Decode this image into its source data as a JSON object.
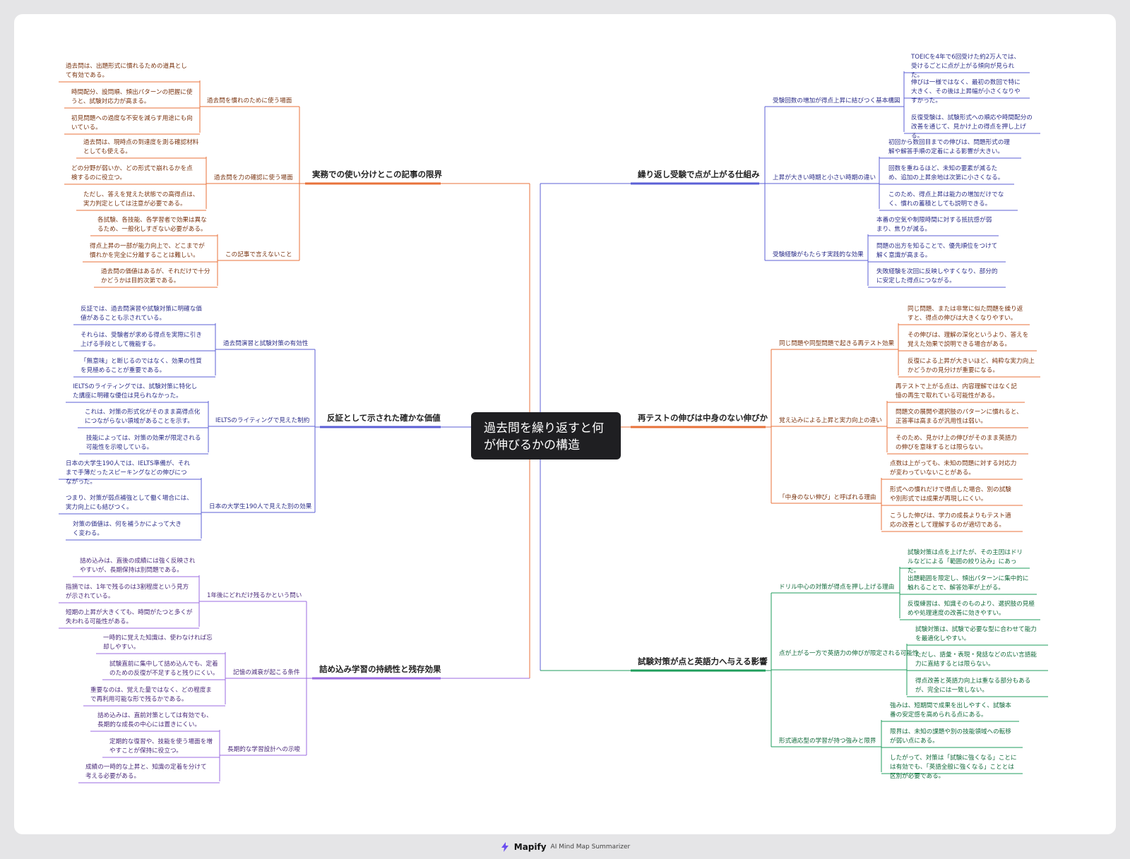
{
  "colors": {
    "orange": "#e8723a",
    "orange_text": "#7a3410",
    "blue": "#5b5fd6",
    "blue_text": "#2d2f8a",
    "purple": "#9b6be0",
    "purple_text": "#4a2a7a",
    "green": "#1f9e5c",
    "green_text": "#136b3c",
    "root_bg": "#1f1f22"
  },
  "root": {
    "title": "過去問を繰り返すと何が伸びるかの構造"
  },
  "branches": [
    {
      "label": "実務での使い分けとこの記事の限界",
      "color": "orange",
      "subs": [
        {
          "label": "過去問を慣れのために使う場面",
          "leaves": [
            "過去問は、出題形式に慣れるための道具として有効である。",
            "時間配分、設問順、頻出パターンの把握に使うと、試験対応力が高まる。",
            "初見問題への過度な不安を減らす用途にも向いている。"
          ]
        },
        {
          "label": "過去問を力の確認に使う場面",
          "leaves": [
            "過去問は、現時点の到達度を測る確認材料としても使える。",
            "どの分野が弱いか、どの形式で崩れるかを点検するのに役立つ。",
            "ただし、答えを覚えた状態での高得点は、実力判定としては注意が必要である。"
          ]
        },
        {
          "label": "この記事で言えないこと",
          "leaves": [
            "各試験、各技能、各学習者で効果は異なるため、一般化しすぎない必要がある。",
            "得点上昇の一部が能力向上で、どこまでが慣れかを完全に分離することは難しい。",
            "過去問の価値はあるが、それだけで十分かどうかは目的次第である。"
          ]
        }
      ]
    },
    {
      "label": "反証として示された確かな価値",
      "color": "blue",
      "subs": [
        {
          "label": "過去問演習と試験対策の有効性",
          "leaves": [
            "反証では、過去問演習や試験対策に明確な価値があることも示されている。",
            "それらは、受験者が求める得点を実際に引き上げる手段として機能する。",
            "「無意味」と断じるのではなく、効果の性質を見極めることが重要である。"
          ]
        },
        {
          "label": "IELTSのライティングで見えた制約",
          "leaves": [
            "IELTSのライティングでは、試験対策に特化した講座に明確な優位は見られなかった。",
            "これは、対策の形式化がそのまま高得点化につながらない領域があることを示す。",
            "技能によっては、対策の効果が限定される可能性を示唆している。"
          ]
        },
        {
          "label": "日本の大学生190人で見えた別の効果",
          "leaves": [
            "日本の大学生190人では、IELTS準備が、それまで手薄だったスピーキングなどの伸びにつながった。",
            "つまり、対策が弱点補強として働く場合には、実力向上にも結びつく。",
            "対策の価値は、何を補うかによって大きく変わる。"
          ]
        }
      ]
    },
    {
      "label": "詰め込み学習の持続性と残存効果",
      "color": "purple",
      "subs": [
        {
          "label": "1年後にどれだけ残るかという問い",
          "leaves": [
            "詰め込みは、直後の成績には強く反映されやすいが、長期保持は別問題である。",
            "指摘では、1年で残るのは3割程度という見方が示されている。",
            "短期の上昇が大きくても、時間がたつと多くが失われる可能性がある。"
          ]
        },
        {
          "label": "記憶の減衰が起こる条件",
          "leaves": [
            "一時的に覚えた知識は、使わなければ忘却しやすい。",
            "試験直前に集中して詰め込んでも、定着のための反復が不足すると残りにくい。",
            "重要なのは、覚えた量ではなく、どの程度まで再利用可能な形で残るかである。"
          ]
        },
        {
          "label": "長期的な学習設計への示唆",
          "leaves": [
            "詰め込みは、直前対策としては有効でも、長期的な成長の中心には置きにくい。",
            "定期的な復習や、技能を使う場面を増やすことが保持に役立つ。",
            "成績の一時的な上昇と、知識の定着を分けて考える必要がある。"
          ]
        }
      ]
    },
    {
      "label": "繰り返し受験で点が上がる仕組み",
      "color": "blue",
      "subs": [
        {
          "label": "受験回数の増加が得点上昇に結びつく基本構図",
          "leaves": [
            "TOEICを4年で6回受けた約2万人では、受けるごとに点が上がる傾向が見られた。",
            "伸びは一様ではなく、最初の数回で特に大きく、その後は上昇幅が小さくなりやすかった。",
            "反復受験は、試験形式への順応や時間配分の改善を通じて、見かけ上の得点を押し上げる。"
          ]
        },
        {
          "label": "上昇が大きい時期と小さい時期の違い",
          "leaves": [
            "初回から数回目までの伸びは、問題形式の理解や解答手順の定着による影響が大きい。",
            "回数を重ねるほど、未知の要素が減るため、追加の上昇余地は次第に小さくなる。",
            "このため、得点上昇は能力の増加だけでなく、慣れの蓄積としても説明できる。"
          ]
        },
        {
          "label": "受験経験がもたらす実践的な効果",
          "leaves": [
            "本番の空気や制限時間に対する抵抗感が弱まり、焦りが減る。",
            "問題の出方を知ることで、優先順位をつけて解く意識が高まる。",
            "失敗経験を次回に反映しやすくなり、部分的に安定した得点につながる。"
          ]
        }
      ]
    },
    {
      "label": "再テストの伸びは中身のない伸びか",
      "color": "orange",
      "subs": [
        {
          "label": "同じ問題や同型問題で起きる再テスト効果",
          "leaves": [
            "同じ問題、または非常に似た問題を繰り返すと、得点の伸びは大きくなりやすい。",
            "その伸びは、理解の深化というより、答えを覚えた効果で説明できる場合がある。",
            "反復による上昇が大きいほど、純粋な実力向上かどうかの見分けが重要になる。"
          ]
        },
        {
          "label": "覚え込みによる上昇と実力向上の違い",
          "leaves": [
            "再テストで上がる点は、内容理解ではなく記憶の再生で取れている可能性がある。",
            "問題文の展開や選択肢のパターンに慣れると、正答率は高まるが汎用性は弱い。",
            "そのため、見かけ上の伸びがそのまま英語力の伸びを意味するとは限らない。"
          ]
        },
        {
          "label": "「中身のない伸び」と呼ばれる理由",
          "leaves": [
            "点数は上がっても、未知の問題に対する対応力が変わっていないことがある。",
            "形式への慣れだけで得点した場合、別の試験や別形式では成果が再現しにくい。",
            "こうした伸びは、学力の成長よりもテスト適応の改善として理解するのが適切である。"
          ]
        }
      ]
    },
    {
      "label": "試験対策が点と英語力へ与える影響",
      "color": "green",
      "subs": [
        {
          "label": "ドリル中心の対策が得点を押し上げる理由",
          "leaves": [
            "試験対策は点を上げたが、その主因はドリルなどによる「範囲の絞り込み」にあった。",
            "出題範囲を限定し、頻出パターンに集中的に触れることで、解答効率が上がる。",
            "反復練習は、知識そのものより、選択肢の見極めや処理速度の改善に効きやすい。"
          ]
        },
        {
          "label": "点が上がる一方で英語力の伸びが限定される可能性",
          "leaves": [
            "試験対策は、試験で必要な型に合わせて能力を最適化しやすい。",
            "ただし、語彙・表現・発話などの広い言語能力に直結するとは限らない。",
            "得点改善と英語力向上は重なる部分もあるが、完全には一致しない。"
          ]
        },
        {
          "label": "形式適応型の学習が持つ強みと限界",
          "leaves": [
            "強みは、短期間で成果を出しやすく、試験本番の安定感を高められる点にある。",
            "限界は、未知の課題や別の技能領域への転移が弱い点にある。",
            "したがって、対策は「試験に強くなる」ことには有効でも、「英語全般に強くなる」こととは区別が必要である。"
          ]
        }
      ]
    }
  ],
  "footer": {
    "brand": "Mapify",
    "tagline": "AI Mind Map Summarizer"
  }
}
